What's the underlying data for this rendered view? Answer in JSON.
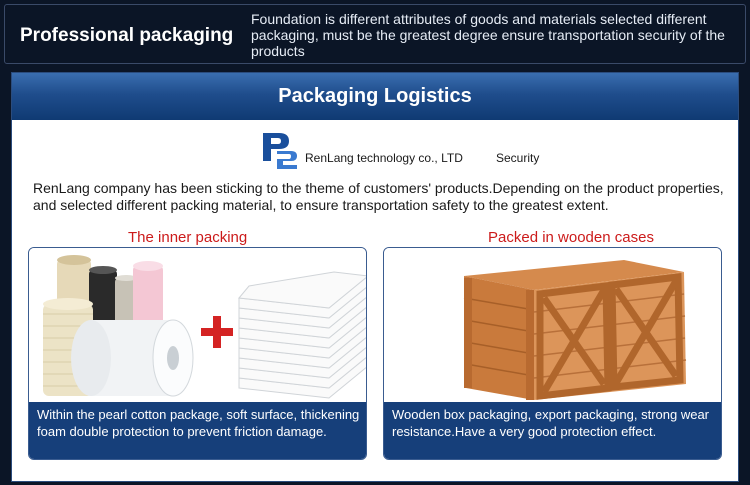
{
  "header": {
    "title": "Professional packaging",
    "description": "Foundation is different attributes of goods and materials selected different packaging, must be the greatest degree ensure transportation security of the products"
  },
  "panel": {
    "title": "Packaging Logistics",
    "logo_icon": "renlang-logo-icon",
    "company": "RenLang technology co., LTD",
    "company_tag": "Security",
    "intro": "RenLang company has been sticking to the theme of customers' products.Depending on the product properties, and selected different packing material, to ensure transportation safety to the greatest extent."
  },
  "sections": [
    {
      "label": "The inner packing",
      "caption": "Within the pearl cotton package, soft surface, thickening foam double protection to prevent friction damage.",
      "image_icon": "foam-rolls-and-sheets-image"
    },
    {
      "label": "Packed in wooden cases",
      "caption": "Wooden box packaging, export packaging, strong wear resistance.Have a very good protection effect.",
      "image_icon": "wooden-crates-image"
    }
  ],
  "colors": {
    "background": "#0b1526",
    "header_blue": "#1f4d8c",
    "caption_blue": "#163f7a",
    "label_red": "#cc1b1b"
  }
}
